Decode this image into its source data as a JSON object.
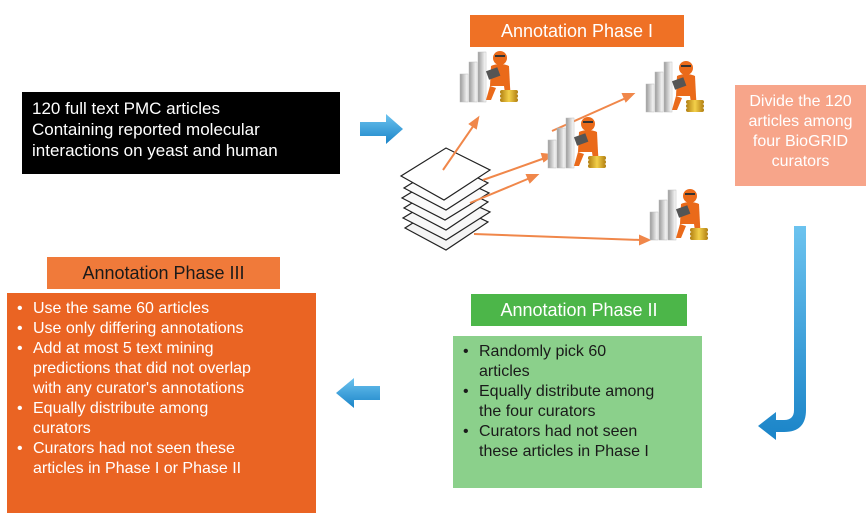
{
  "source_box": {
    "lines": [
      "120 full text PMC articles",
      "Containing reported molecular",
      "interactions on yeast and human"
    ]
  },
  "phase1": {
    "title": "Annotation Phase I"
  },
  "divide_box": {
    "lines": [
      "Divide the 120",
      "articles among",
      "four BioGRID",
      "curators"
    ]
  },
  "phase2": {
    "title": "Annotation Phase II",
    "items": [
      [
        "Randomly pick 60",
        "articles"
      ],
      [
        "Equally distribute among",
        "the four curators"
      ],
      [
        "Curators had not seen",
        "these articles in Phase I"
      ]
    ]
  },
  "phase3": {
    "title": "Annotation Phase III",
    "items": [
      [
        "Use the same 60 articles"
      ],
      [
        "Use only differing annotations"
      ],
      [
        "Add at most 5 text mining",
        "predictions that did not overlap",
        "with any curator's annotations"
      ],
      [
        "Equally distribute among",
        "curators"
      ],
      [
        "Curators had not seen these",
        "articles in Phase I or Phase II"
      ]
    ]
  },
  "colors": {
    "phase1": "#ef7125",
    "phase2": "#4cb649",
    "phase3": "#ea6423",
    "arrow": "#2f9bd6"
  }
}
